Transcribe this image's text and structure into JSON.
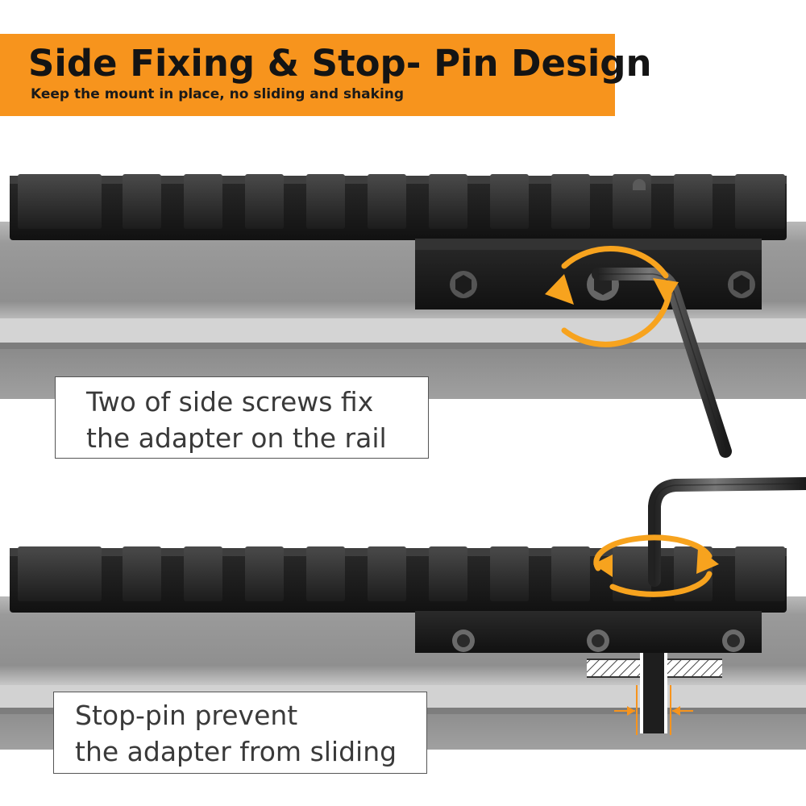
{
  "banner": {
    "title": "Side Fixing & Stop- Pin Design",
    "subtitle": "Keep the mount in place, no sliding and shaking",
    "accent_color": "#f7941d"
  },
  "captions": {
    "top": [
      "Two of side screws fix",
      "the adapter on the rail"
    ],
    "bottom": [
      "Stop-pin prevent",
      "the adapter from sliding"
    ]
  },
  "icons": {
    "top_rotation": "rotate-arrows-icon",
    "bottom_rotation": "rotate-arrows-icon",
    "wrench": "hex-key-icon",
    "pin_gap": "width-arrows-icon"
  }
}
